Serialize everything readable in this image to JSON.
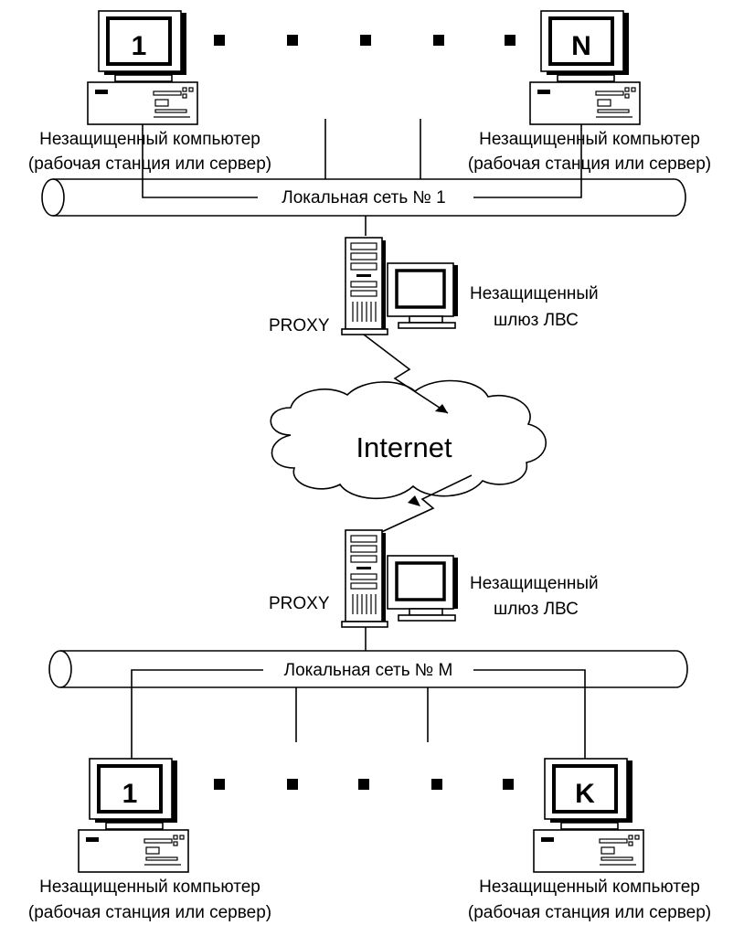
{
  "diagram": {
    "top": {
      "computer_left": {
        "number": "1",
        "caption_line1": "Незащищенный компьютер",
        "caption_line2": "(рабочая станция или сервер)"
      },
      "computer_right": {
        "number": "N",
        "caption_line1": "Незащищенный компьютер",
        "caption_line2": "(рабочая станция или сервер)"
      },
      "lan_label": "Локальная сеть № 1",
      "proxy_label": "PROXY",
      "gateway_line1": "Незащищенный",
      "gateway_line2": "шлюз ЛВС"
    },
    "internet_label": "Internet",
    "bottom": {
      "proxy_label": "PROXY",
      "gateway_line1": "Незащищенный",
      "gateway_line2": "шлюз ЛВС",
      "lan_label": "Локальная сеть № M",
      "computer_left": {
        "number": "1",
        "caption_line1": "Незащищенный компьютер",
        "caption_line2": "(рабочая станция или сервер)"
      },
      "computer_right": {
        "number": "K",
        "caption_line1": "Незащищенный компьютер",
        "caption_line2": "(рабочая станция или сервер)"
      }
    }
  }
}
